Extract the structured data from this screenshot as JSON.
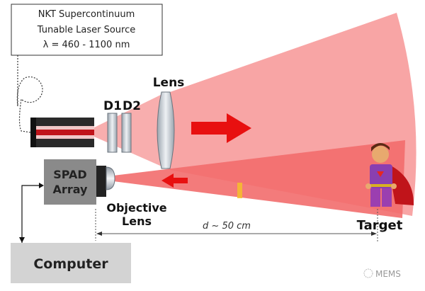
{
  "source_box": {
    "line1": "NKT Supercontinuum",
    "line2": "Tunable Laser Source",
    "line3": "λ = 460 - 1100 nm"
  },
  "labels": {
    "d1": "D1",
    "d2": "D2",
    "lens": "Lens",
    "spad_line1": "SPAD",
    "spad_line2": "Array",
    "objective_line1": "Objective",
    "objective_line2": "Lens",
    "distance": "d ~ 50 cm",
    "target": "Target",
    "computer": "Computer"
  },
  "watermark": "MEMS",
  "colors": {
    "beam": "#f7a0a0",
    "return_beam": "#f26d6d",
    "arrow": "#e81010",
    "device_gray": "#8a8a8a"
  }
}
